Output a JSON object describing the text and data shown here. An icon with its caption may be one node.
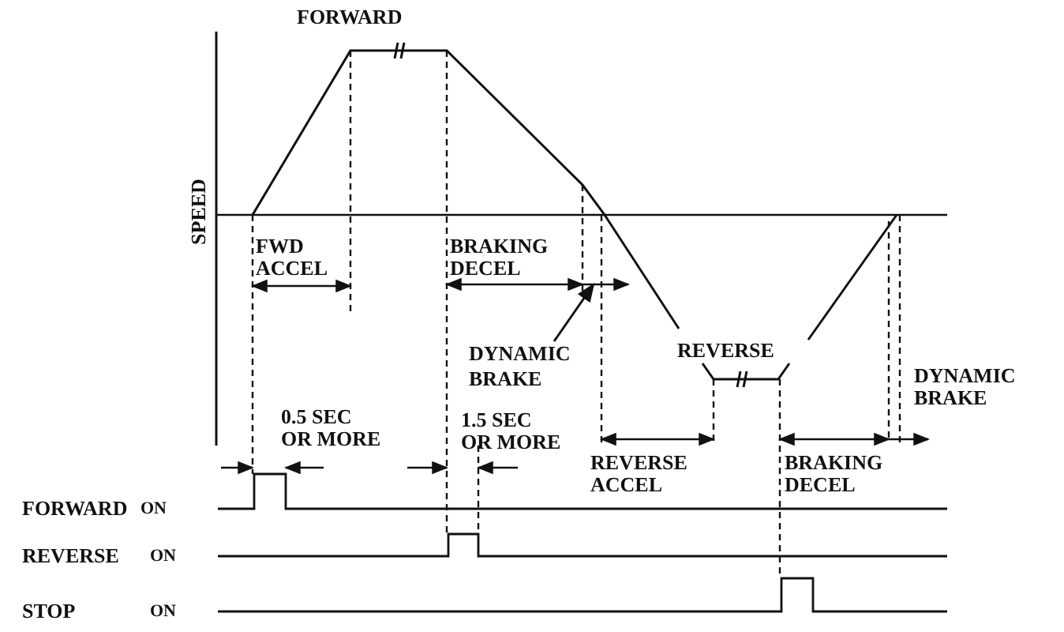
{
  "diagram": {
    "nodes": [
      {
        "text": [
          "DYNAMIC BRAKE"
        ]
      },
      {
        "text": [],
        "shape": "bar"
      }
    ],
    "edges": [
      {
        "from": 0,
        "to": 1,
        "arrow": "to"
      }
    ],
    "labels": [
      "FORWARD",
      "SPEED",
      "FWD ACCEL",
      "BRAKING DECEL",
      "REVERSE",
      "0.5 SEC OR MORE",
      "1.5 SEC OR MORE",
      "DYNAMIC BRAKE",
      "REVERSE ACCEL",
      "BRAKING DECEL",
      "FORWARD",
      "ON",
      "REVERSE",
      "ON",
      "STOP",
      "ON"
    ]
  }
}
